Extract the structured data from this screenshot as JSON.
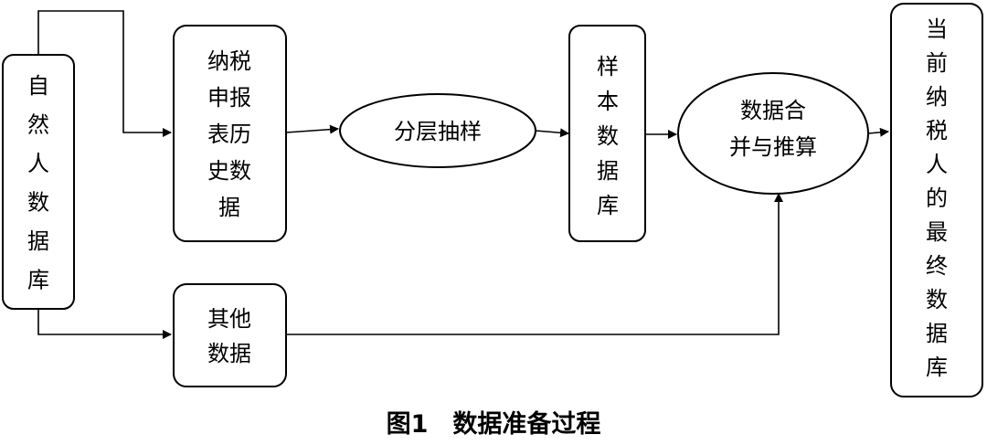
{
  "nodes": {
    "natural_person_db": {
      "lines": [
        "自",
        "然",
        "人",
        "数",
        "据",
        "库"
      ]
    },
    "tax_history": {
      "lines": [
        "纳税",
        "申报",
        "表历",
        "史数",
        "据"
      ]
    },
    "stratified_sampling": {
      "lines": [
        "分层抽样"
      ]
    },
    "sample_db": {
      "lines": [
        "样",
        "本",
        "数",
        "据",
        "库"
      ]
    },
    "merge_infer": {
      "lines": [
        "数据合",
        "并与推算"
      ]
    },
    "final_db": {
      "lines": [
        "当",
        "前",
        "纳",
        "税",
        "人",
        "的",
        "最",
        "终",
        "数",
        "据",
        "库"
      ]
    },
    "other_data": {
      "lines": [
        "其他",
        "数据"
      ]
    }
  },
  "caption": "图1　数据准备过程",
  "colors": {
    "stroke": "#000000",
    "background": "#ffffff"
  }
}
